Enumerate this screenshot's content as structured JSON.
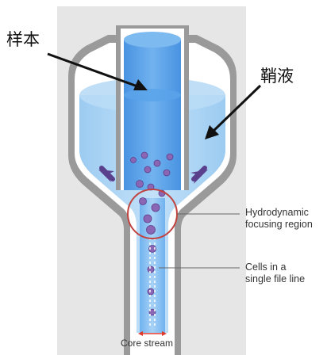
{
  "labels": {
    "sample": "样本",
    "sheath": "鞘液",
    "hydro_line1": "Hydrodynamic",
    "hydro_line2": "focusing region",
    "cells_line1": "Cells in a",
    "cells_line2": "single file line",
    "core_stream": "Core stream"
  },
  "colors": {
    "panel_bg": "#e6e6e6",
    "outer_wall": "#8c8c8c",
    "sheath_fluid": "#a9d3f4",
    "sample_tube": "#4f9ae6",
    "flow_arrow": "#5a3f8c",
    "cell": "#8a66b4",
    "focus_circle": "#c0433f",
    "core_arrow": "#e0392b"
  },
  "icons": [
    "flow-arrow-icon",
    "core-stream-arrow-icon"
  ]
}
